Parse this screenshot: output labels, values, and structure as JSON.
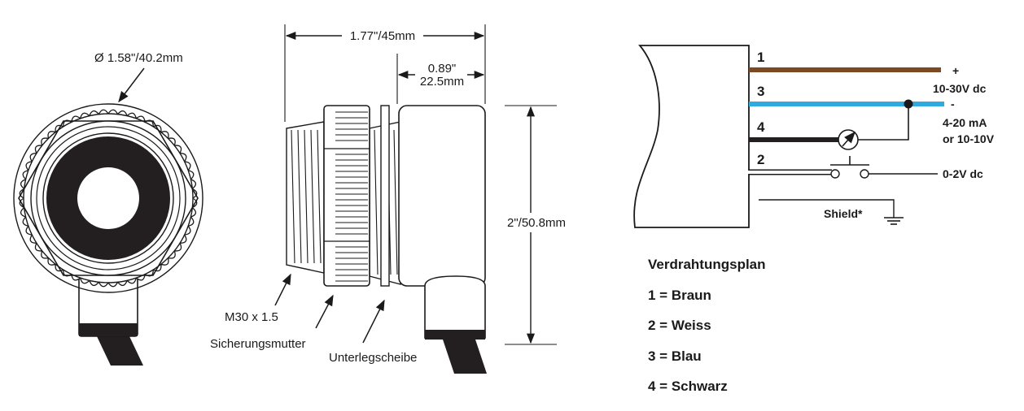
{
  "front_view": {
    "diameter_label": "Ø 1.58\"/40.2mm"
  },
  "side_view": {
    "overall_length_label": "1.77\"/45mm",
    "head_length_label_line1": "0.89\"",
    "head_length_label_line2": "22.5mm",
    "height_label": "2\"/50.8mm",
    "thread_label": "M30 x 1.5",
    "locknut_label": "Sicherungsmutter",
    "washer_label": "Unterlegscheibe"
  },
  "wiring": {
    "wire_numbers": [
      "1",
      "3",
      "4",
      "2"
    ],
    "plus_label": "+",
    "supply_label": "10-30V dc",
    "minus_label": "-",
    "output_label_line1": "4-20 mA",
    "output_label_line2": "or 10-10V",
    "switch_output_label": "0-2V dc",
    "shield_label": "Shield*",
    "colors": {
      "brown": "#7b4a25",
      "blue": "#2eaade",
      "black": "#231f20",
      "white": "#ffffff"
    }
  },
  "legend": {
    "title": "Verdrahtungsplan",
    "items": [
      "1 = Braun",
      "2 = Weiss",
      "3 = Blau",
      "4 = Schwarz"
    ]
  }
}
